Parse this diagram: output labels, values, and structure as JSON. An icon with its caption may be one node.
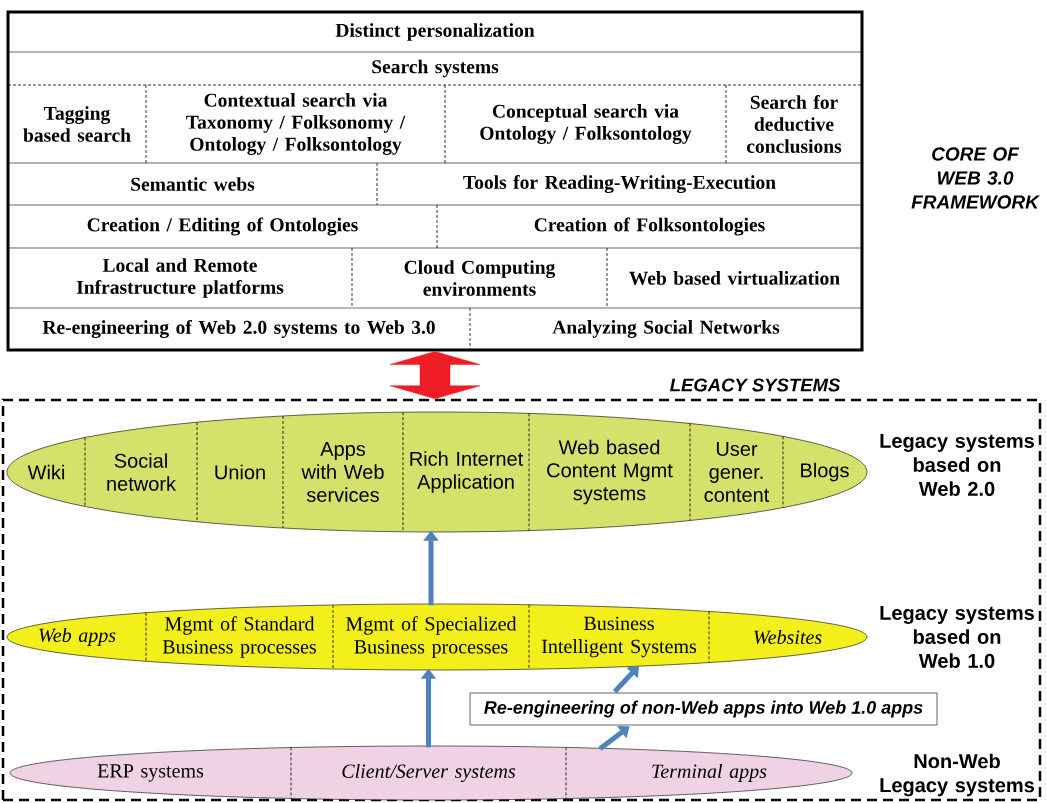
{
  "diagram": {
    "nodes": [
      {
        "text": [],
        "shape": "box",
        "beside": [
          "CORE OF WEB 3.0 FRAMEWORK"
        ]
      },
      {
        "text": [
          "Distinct personalization"
        ],
        "in": 0
      },
      {
        "text": [
          "Search systems"
        ],
        "in": 0
      },
      {
        "text": [
          "Tagging based search"
        ],
        "in": 0
      },
      {
        "text": [
          "Contextual search via Taxonomy / Folksonomy / Ontology / Folksontology"
        ],
        "in": 0
      },
      {
        "text": [
          "Conceptual search via Ontology / Folksontology"
        ],
        "in": 0
      },
      {
        "text": [
          "Search for deductive conclusions"
        ],
        "in": 0
      },
      {
        "text": [
          "Semantic webs"
        ],
        "in": 0
      },
      {
        "text": [
          "Tools for Reading-Writing-Execution"
        ],
        "in": 0
      },
      {
        "text": [
          "Creation / Editing of Ontologies"
        ],
        "in": 0
      },
      {
        "text": [
          "Creation of Folksontologies"
        ],
        "in": 0
      },
      {
        "text": [
          "Local and Remote Infrastructure platforms"
        ],
        "in": 0
      },
      {
        "text": [
          "Cloud Computing environments"
        ],
        "in": 0
      },
      {
        "text": [
          "Web based virtualization"
        ],
        "in": 0
      },
      {
        "text": [
          "Re-engineering of Web 2.0 systems to Web 3.0"
        ],
        "in": 0
      },
      {
        "text": [
          "Analyzing Social Networks"
        ],
        "in": 0
      },
      {
        "text": [
          "LEGACY SYSTEMS"
        ]
      },
      {
        "text": [],
        "shape": "ellipse",
        "in": 16,
        "beside": [
          "Legacy systems based on Web 2.0"
        ]
      },
      {
        "text": [
          "Wiki"
        ],
        "in": 17
      },
      {
        "text": [
          "Social network"
        ],
        "in": 17
      },
      {
        "text": [
          "Union"
        ],
        "in": 17
      },
      {
        "text": [
          "Apps with Web services"
        ],
        "in": 17
      },
      {
        "text": [
          "Rich Internet Application"
        ],
        "in": 17
      },
      {
        "text": [
          "Web based Content Mgmt systems"
        ],
        "in": 17
      },
      {
        "text": [
          "User gener. content"
        ],
        "in": 17
      },
      {
        "text": [
          "Blogs"
        ],
        "in": 17
      },
      {
        "text": [],
        "shape": "ellipse",
        "in": 16,
        "beside": [
          "Legacy systems based on Web 1.0"
        ]
      },
      {
        "text": [
          "Web apps"
        ],
        "in": 26
      },
      {
        "text": [
          "Mgmt of Standard Business processes"
        ],
        "in": 26
      },
      {
        "text": [
          "Mgmt of Specialized Business processes"
        ],
        "in": 26
      },
      {
        "text": [
          "Business Intelligent Systems"
        ],
        "in": 26
      },
      {
        "text": [
          "Websites"
        ],
        "in": 26
      },
      {
        "text": [],
        "shape": "ellipse",
        "in": 16,
        "beside": [
          "Non-Web Legacy systems"
        ]
      },
      {
        "text": [
          "ERP systems"
        ],
        "in": 32
      },
      {
        "text": [
          "Client/Server systems"
        ],
        "in": 32
      },
      {
        "text": [
          "Terminal apps"
        ],
        "in": 32
      },
      {
        "text": [
          "Re-engineering of non-Web apps into Web 1.0 apps"
        ],
        "in": 16
      }
    ],
    "edges": [
      {
        "from": 0,
        "to": 16,
        "arrow": "both",
        "style": "thick",
        "color": "#ee1c24"
      },
      {
        "from": 29,
        "to": 22,
        "arrow": "to"
      },
      {
        "from": 34,
        "to": 29,
        "arrow": "to"
      },
      {
        "from": 32,
        "to": 36,
        "arrow": "to"
      },
      {
        "from": 36,
        "to": 30,
        "arrow": "to"
      }
    ]
  }
}
